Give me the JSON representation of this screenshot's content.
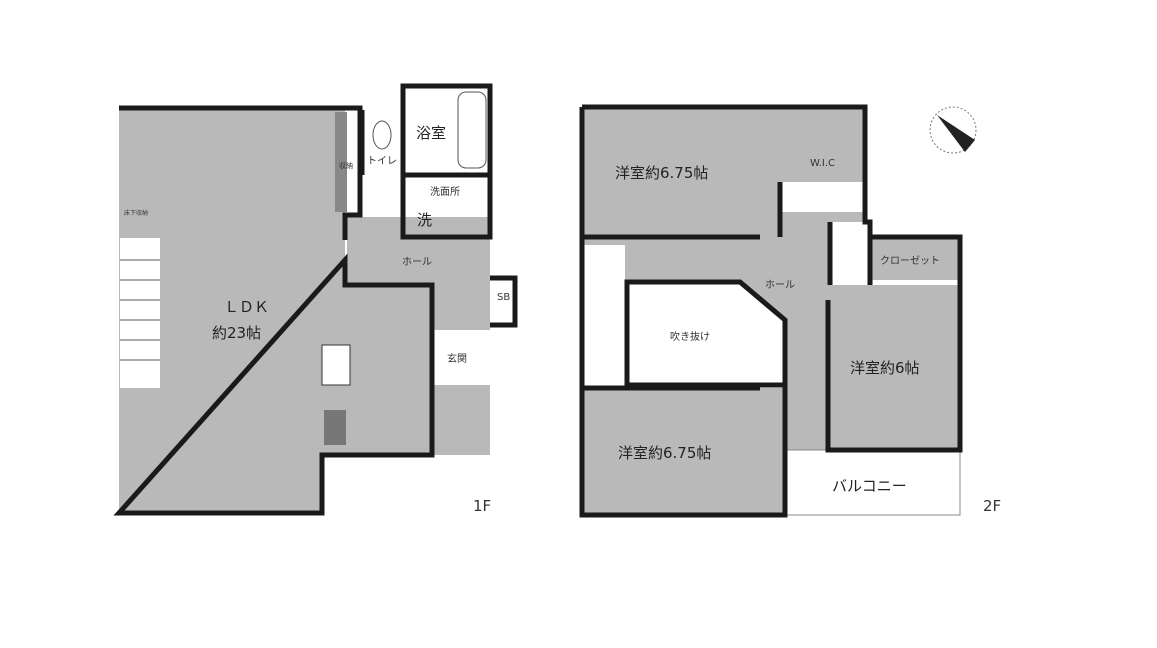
{
  "first_floor": {
    "label": "1F",
    "rooms": {
      "ldk_name": "ＬＤＫ",
      "ldk_size": "約23帖",
      "bath": "浴室",
      "toilet": "トイレ",
      "washroom": "洗面所",
      "washer": "洗",
      "hall": "ホール",
      "sb": "SB",
      "entrance": "玄関",
      "storage": "収納",
      "underfloor_storage": "床下収納"
    }
  },
  "second_floor": {
    "label": "2F",
    "rooms": {
      "room_north": "洋室約6.75帖",
      "wic": "W.I.C",
      "hall": "ホール",
      "closet": "クローゼット",
      "void": "吹き抜け",
      "room_east": "洋室約6帖",
      "room_south": "洋室約6.75帖",
      "balcony": "バルコニー"
    }
  },
  "compass": {
    "icon": "north-arrow-icon"
  },
  "colors": {
    "room_fill": "#b9b9b9",
    "wall": "#1a1a1a"
  }
}
